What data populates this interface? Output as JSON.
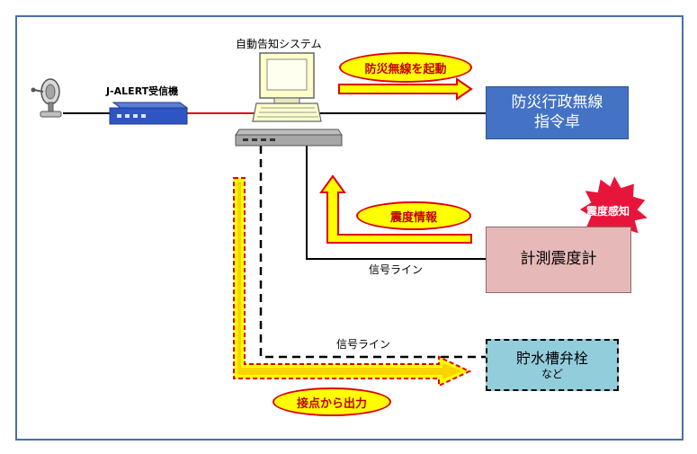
{
  "labels": {
    "auto_system": "自動告知システム",
    "receiver": "J-ALERT受信機",
    "signal_line_1": "信号ライン",
    "signal_line_2": "信号ライン"
  },
  "boxes": {
    "bousai_line1": "防災行政無線",
    "bousai_line2": "指令卓",
    "seismometer": "計測震度計",
    "valve_line1": "貯水槽弁栓",
    "valve_line2": "など"
  },
  "callouts": {
    "start_radio": "防災無線を起動",
    "intensity_info": "震度情報",
    "contact_output": "接点から出力",
    "quake_detect": "震度感知"
  },
  "colors": {
    "frame": "#4a6fa5",
    "bousai_box": "#4472c4",
    "seismometer_box": "#e6b9b8",
    "valve_box": "#92cddc",
    "arrow_fill": "#ffff00",
    "arrow_edge": "#e00000",
    "burst": "#e8153a"
  },
  "icons": [
    "satellite-dish-icon",
    "jalert-receiver-icon",
    "computer-icon"
  ]
}
